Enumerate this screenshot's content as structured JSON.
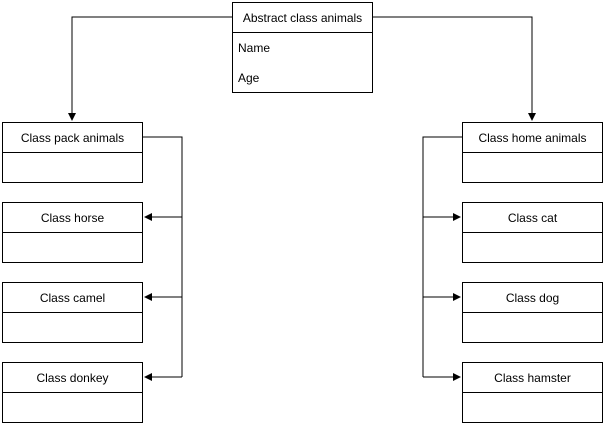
{
  "root": {
    "title": "Abstract class animals",
    "fields": [
      "Name",
      "Age"
    ]
  },
  "left_group": {
    "parent": "Class pack animals",
    "children": [
      "Class horse",
      "Class camel",
      "Class donkey"
    ]
  },
  "right_group": {
    "parent": "Class home animals",
    "children": [
      "Class cat",
      "Class dog",
      "Class hamster"
    ]
  },
  "colors": {
    "line": "#000000",
    "box_fill": "#ffffff"
  }
}
